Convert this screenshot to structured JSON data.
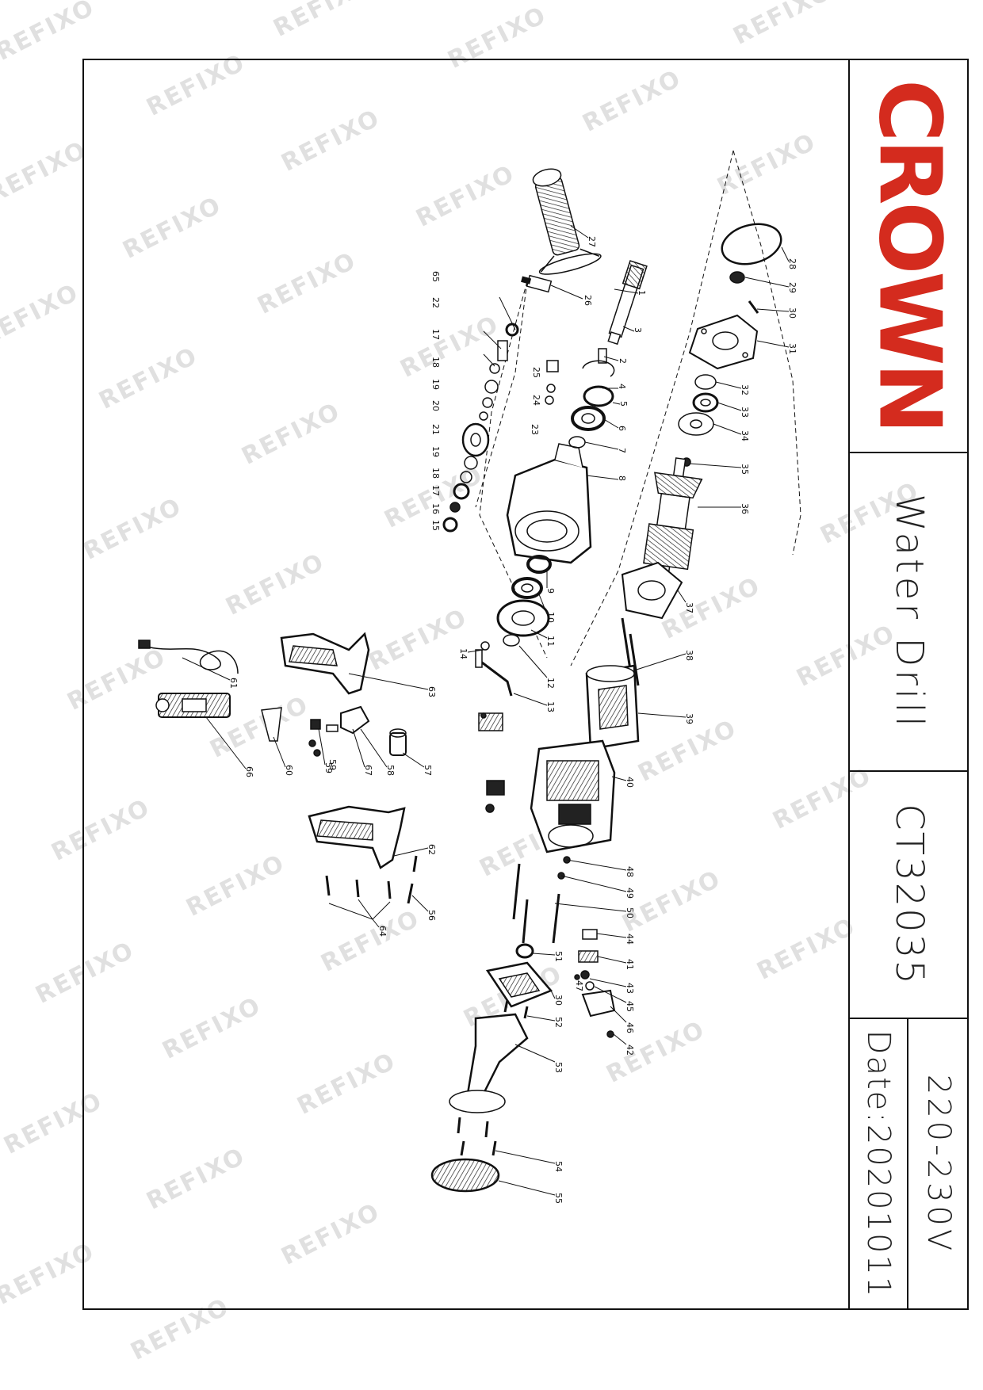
{
  "watermark": "REFIXO",
  "brand": {
    "logo_text": "CROWN",
    "color": "#d42b1e"
  },
  "title_block": {
    "product": "Water Drill",
    "model": "CT32035",
    "voltage": "220-230V",
    "date": "Date:20201011"
  },
  "part_labels": [
    "1",
    "2",
    "3",
    "4",
    "5",
    "6",
    "7",
    "8",
    "9",
    "10",
    "11",
    "12",
    "13",
    "14",
    "15",
    "16",
    "17",
    "18",
    "19",
    "20",
    "21",
    "22",
    "23",
    "24",
    "25",
    "26",
    "27",
    "28",
    "29",
    "30",
    "31",
    "32",
    "33",
    "34",
    "35",
    "36",
    "37",
    "38",
    "39",
    "40",
    "41",
    "42",
    "43",
    "44",
    "45",
    "46",
    "47",
    "48",
    "49",
    "50",
    "51",
    "52",
    "53",
    "54",
    "55",
    "56",
    "57",
    "58",
    "59",
    "60",
    "61",
    "62",
    "63",
    "64",
    "65",
    "66",
    "67"
  ]
}
